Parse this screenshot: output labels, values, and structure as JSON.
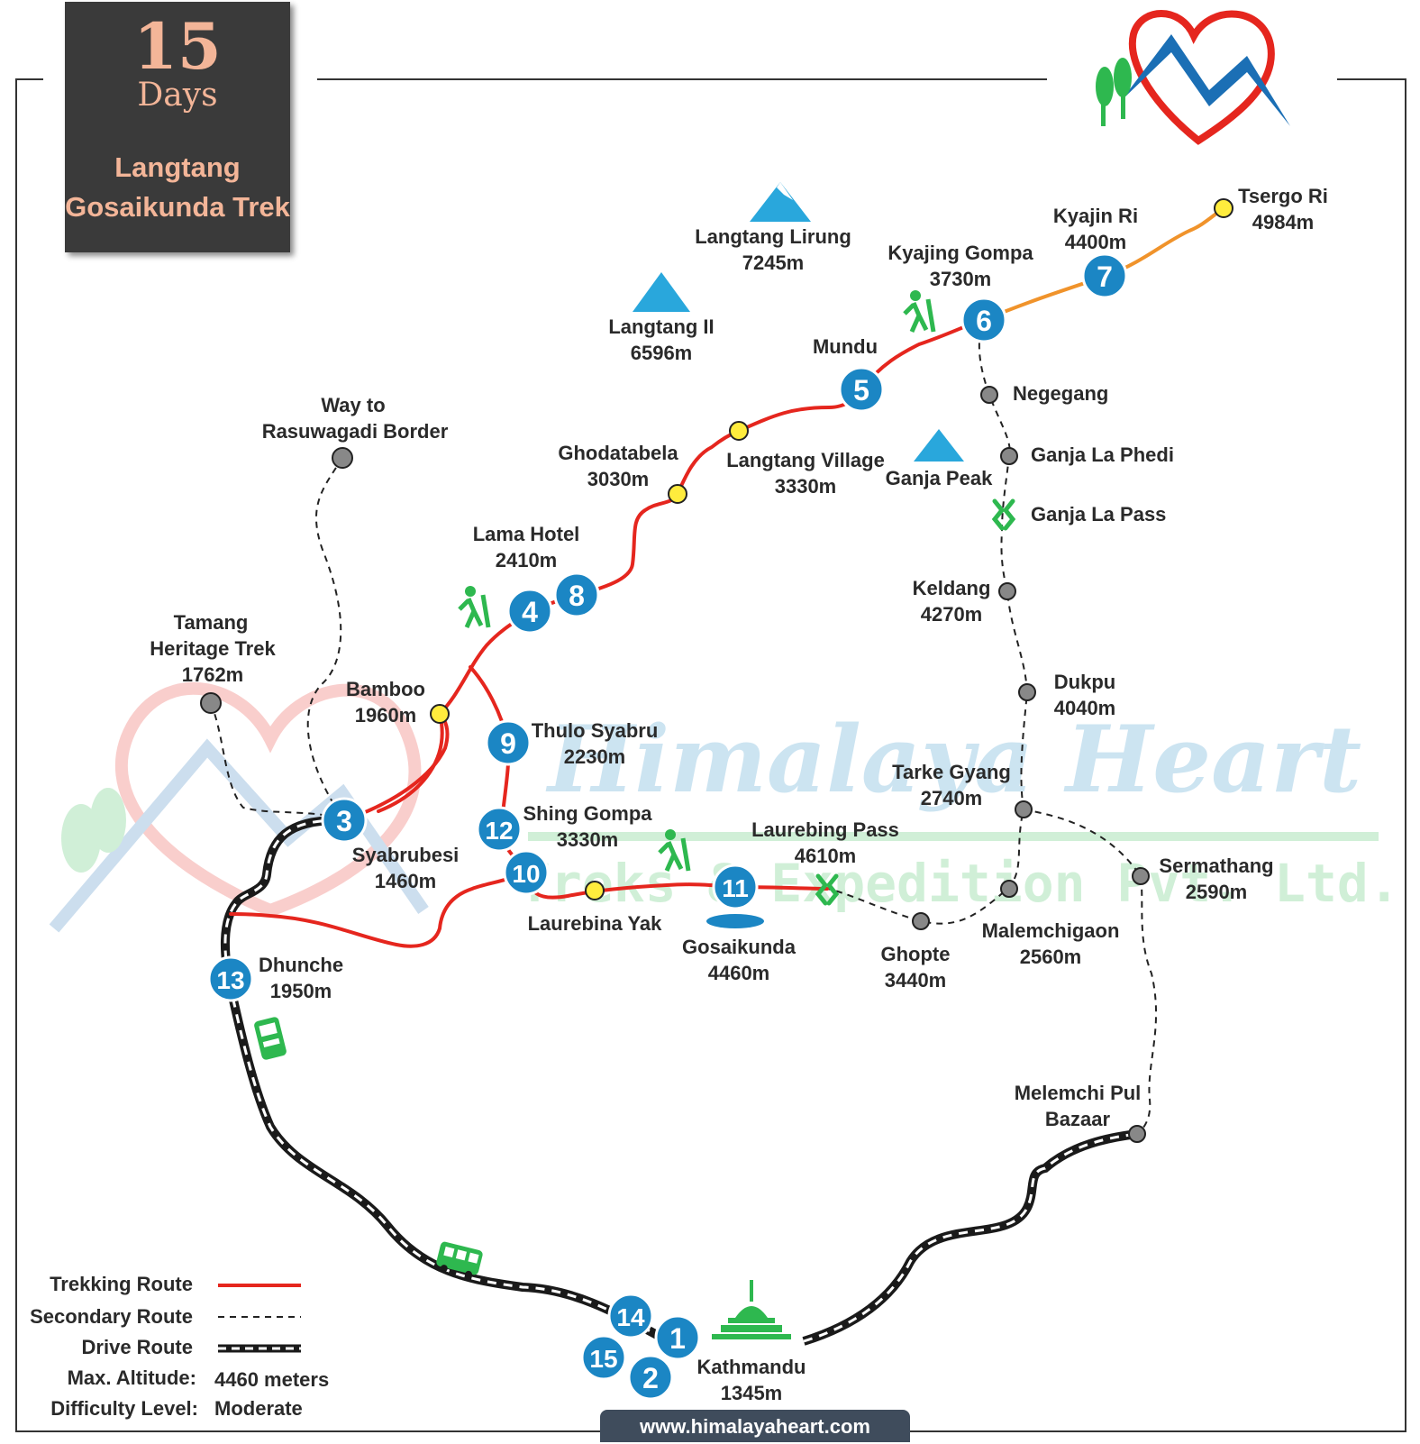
{
  "title": {
    "days_number": "15",
    "days_word": "Days",
    "name_line1": "Langtang",
    "name_line2": "Gosaikunda Trek"
  },
  "watermark": {
    "line1": "Himalaya Heart",
    "line2": "Treks & Expedition Pvt. Ltd."
  },
  "website": "www.himalayaheart.com",
  "colors": {
    "trekking_route": "#e5261e",
    "side_trip": "#f0932b",
    "drive_route": "#1a1a1a",
    "day_marker": "#1b86c4",
    "peak": "#29a7dc",
    "waypoint": "#ffec3d",
    "secondary_point": "#888888",
    "hiker_icon": "#2eb84f",
    "title_box": "#3a3a3a",
    "title_text": "#f3b598"
  },
  "peaks": [
    {
      "name": "Langtang Lirung",
      "elevation": "7245m",
      "icon": "mountain-icon"
    },
    {
      "name": "Langtang II",
      "elevation": "6596m",
      "icon": "mountain-icon"
    },
    {
      "name": "Ganja Peak",
      "icon": "mountain-icon"
    }
  ],
  "places": [
    {
      "id": "tsergo-ri",
      "name": "Tsergo Ri",
      "elevation": "4984m"
    },
    {
      "id": "kyajin-ri",
      "name": "Kyajin Ri",
      "elevation": "4400m"
    },
    {
      "id": "kyajing-gompa",
      "name": "Kyajing Gompa",
      "elevation": "3730m"
    },
    {
      "id": "mundu",
      "name": "Mundu"
    },
    {
      "id": "langtang-village",
      "name": "Langtang Village",
      "elevation": "3330m"
    },
    {
      "id": "ghodatabela",
      "name": "Ghodatabela",
      "elevation": "3030m"
    },
    {
      "id": "lama-hotel",
      "name": "Lama Hotel",
      "elevation": "2410m"
    },
    {
      "id": "bamboo",
      "name": "Bamboo",
      "elevation": "1960m"
    },
    {
      "id": "way-to-rasuwagadi",
      "name_line1": "Way to",
      "name_line2": "Rasuwagadi Border"
    },
    {
      "id": "tamang-heritage",
      "name_line1": "Tamang",
      "name_line2": "Heritage Trek",
      "elevation": "1762m"
    },
    {
      "id": "syabrubesi",
      "name": "Syabrubesi",
      "elevation": "1460m"
    },
    {
      "id": "thulo-syabru",
      "name": "Thulo Syabru",
      "elevation": "2230m"
    },
    {
      "id": "shing-gompa",
      "name": "Shing Gompa",
      "elevation": "3330m"
    },
    {
      "id": "laurebina-yak",
      "name": "Laurebina Yak"
    },
    {
      "id": "gosaikunda",
      "name": "Gosaikunda",
      "elevation": "4460m"
    },
    {
      "id": "laurebing-pass",
      "name": "Laurebing Pass",
      "elevation": "4610m"
    },
    {
      "id": "dhunche",
      "name": "Dhunche",
      "elevation": "1950m"
    },
    {
      "id": "negegang",
      "name": "Negegang"
    },
    {
      "id": "ganja-la-phedi",
      "name": "Ganja La Phedi"
    },
    {
      "id": "ganja-la-pass",
      "name": "Ganja La Pass"
    },
    {
      "id": "keldang",
      "name": "Keldang",
      "elevation": "4270m"
    },
    {
      "id": "dukpu",
      "name": "Dukpu",
      "elevation": "4040m"
    },
    {
      "id": "tarke-gyang",
      "name": "Tarke Gyang",
      "elevation": "2740m"
    },
    {
      "id": "sermathang",
      "name": "Sermathang",
      "elevation": "2590m"
    },
    {
      "id": "malemchigaon",
      "name": "Malemchigaon",
      "elevation": "2560m"
    },
    {
      "id": "ghopte",
      "name": "Ghopte",
      "elevation": "3440m"
    },
    {
      "id": "melemchi-pul",
      "name_line1": "Melemchi Pul",
      "name_line2": "Bazaar"
    },
    {
      "id": "kathmandu",
      "name": "Kathmandu",
      "elevation": "1345m"
    }
  ],
  "day_markers": [
    "1",
    "2",
    "3",
    "4",
    "5",
    "6",
    "7",
    "8",
    "9",
    "10",
    "11",
    "12",
    "13",
    "14",
    "15"
  ],
  "legend": {
    "trekking_route": "Trekking Route",
    "secondary_route": "Secondary Route",
    "drive_route": "Drive Route",
    "max_altitude_label": "Max. Altitude:",
    "max_altitude_value": "4460 meters",
    "difficulty_label": "Difficulty Level:",
    "difficulty_value": "Moderate"
  }
}
